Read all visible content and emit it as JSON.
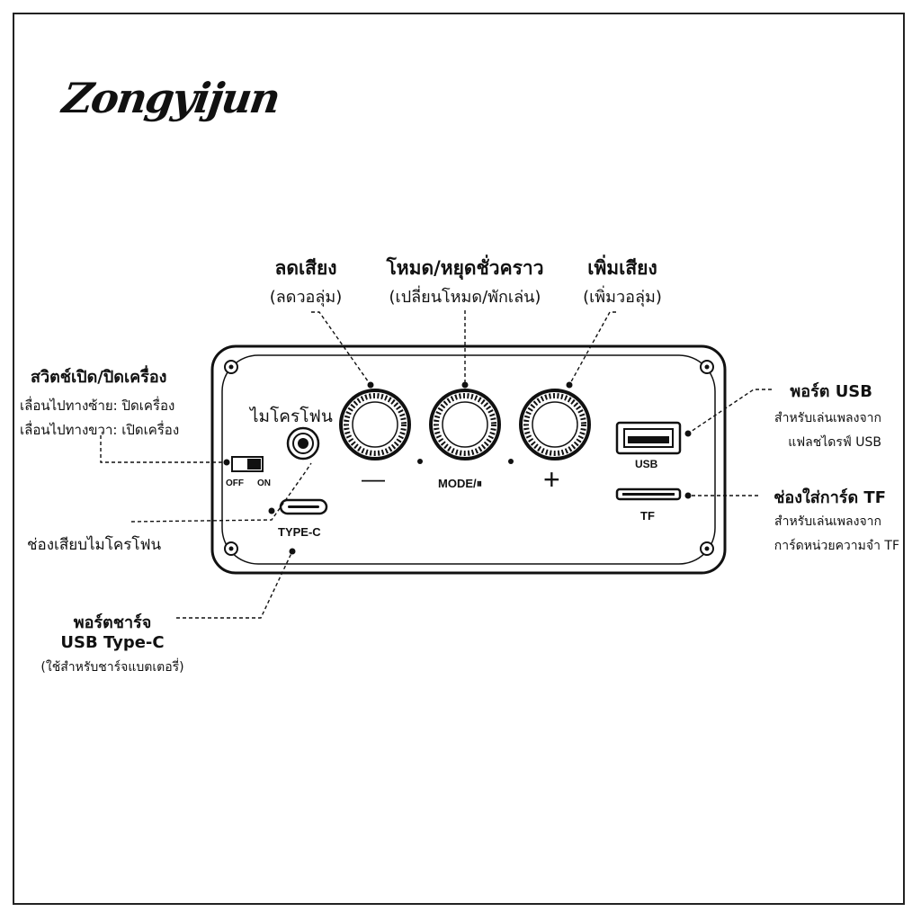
{
  "brand": {
    "logo_text": "Zongyijun"
  },
  "callouts": {
    "volume_down": {
      "title": "ลดเสียง",
      "subtitle": "(ลดวอลุ่ม)"
    },
    "mode_pause": {
      "title": "โหมด/หยุดชั่วคราว",
      "subtitle": "(เปลี่ยนโหมด/พักเล่น)"
    },
    "volume_up": {
      "title": "เพิ่มเสียง",
      "subtitle": "(เพิ่มวอลุ่ม)"
    },
    "power_switch": {
      "title": "สวิตช์เปิด/ปิดเครื่อง",
      "line1": "เลื่อนไปทางซ้าย: ปิดเครื่อง",
      "line2": "เลื่อนไปทางขวา: เปิดเครื่อง"
    },
    "microphone": {
      "panel_label": "ไมโครโฟน",
      "title": "ช่องเสียบไมโครโฟน"
    },
    "usb_port": {
      "title": "พอร์ต USB",
      "line1": "สำหรับเล่นเพลงจาก",
      "line2": "แฟลชไดรฟ์ USB"
    },
    "tf_slot": {
      "title": "ช่องใส่การ์ด TF",
      "line1": "สำหรับเล่นเพลงจาก",
      "line2": "การ์ดหน่วยความจำ TF"
    },
    "charge_port": {
      "title1": "พอร์ตชาร์จ",
      "title2": "USB Type-C",
      "subtitle": "(ใช้สำหรับชาร์จแบตเตอรี่)"
    }
  },
  "panel": {
    "switch_off": "OFF",
    "switch_on": "ON",
    "minus_symbol": "—",
    "mode_label": "MODE/⏸",
    "plus_symbol": "+",
    "usb_label": "USB",
    "tf_label": "TF",
    "typec_label": "TYPE-C"
  }
}
